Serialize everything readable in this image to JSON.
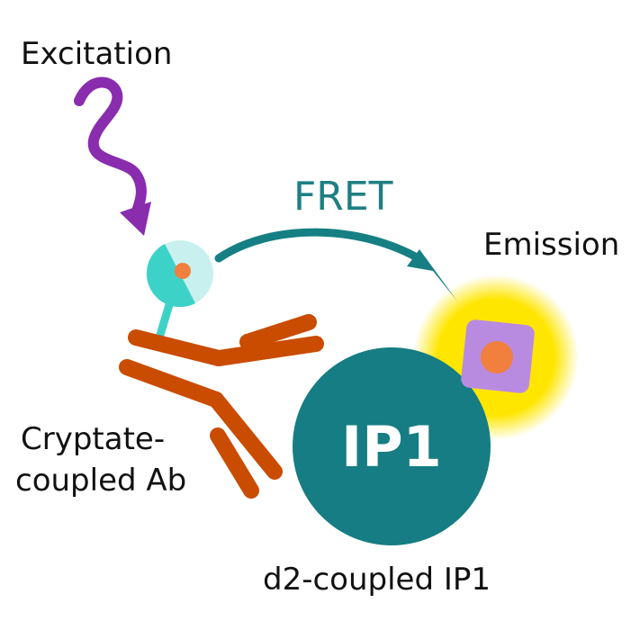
{
  "labels": {
    "excitation": "Excitation",
    "fret": "FRET",
    "emission": "Emission",
    "antibody_line1": "Cryptate-",
    "antibody_line2": "coupled Ab",
    "ip1_circle": "IP1",
    "ip1_caption": "d2-coupled IP1"
  },
  "colors": {
    "excitation_wave": "#8a2cae",
    "fret_arrow": "#167f84",
    "fret_text": "#1e7f83",
    "antibody": "#c94c00",
    "cryptate_light": "#c8f0ef",
    "cryptate_main": "#3dd2c8",
    "cryptate_core": "#f17f3e",
    "ip1_circle": "#157d83",
    "ip1_text": "#ffffff",
    "emission_glow": "#ffe600",
    "acceptor_square": "#b98be0",
    "acceptor_core": "#f17f3e",
    "text": "#111111"
  }
}
